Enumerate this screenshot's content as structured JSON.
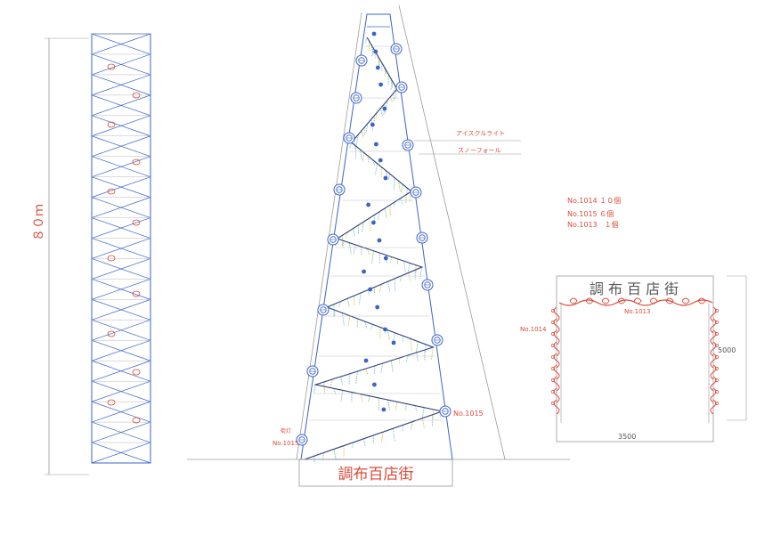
{
  "colors": {
    "blue": "#3a64c8",
    "light_blue": "#8fb1dc",
    "red": "#d94b3a",
    "gray": "#9a9a9a",
    "dark": "#333333",
    "cyan": "#6cc3d8",
    "yellow": "#d8c23c",
    "green": "#7ac47a"
  },
  "height_label": "８０ｍ",
  "callouts": {
    "icicle": "アイスクルライト",
    "snowfall": "スノーフォール"
  },
  "counts": [
    "No.1014 １０個",
    "No.1015 ６個",
    "No.1013　１個"
  ],
  "tree_base_sign": "調布百店街",
  "labels": {
    "street_light_1": "街灯",
    "street_light_2": "No.1015",
    "no1015_right": "No.1015"
  },
  "arch": {
    "sign": "調 布 百 店 街",
    "top_label": "No.1013",
    "side_label": "No.1014",
    "height": "5000",
    "width": "3500"
  },
  "icons": {
    "circle_ornament": "ring-ornament-icon",
    "dot": "blue-dot-icon",
    "red_ring": "red-ring-icon"
  }
}
